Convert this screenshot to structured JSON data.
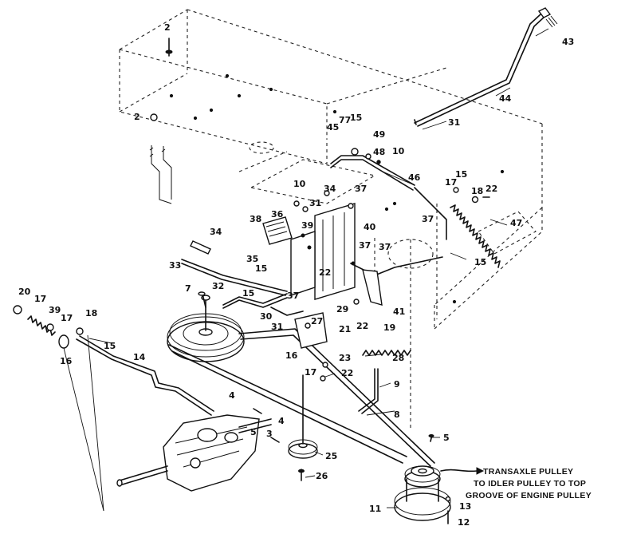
{
  "diagram": {
    "note_lines": [
      "TRANSAXLE PULLEY",
      "TO IDLER PULLEY TO TOP",
      "GROOVE OF ENGINE PULLEY"
    ],
    "callouts": [
      {
        "id": "c2a",
        "label": "2"
      },
      {
        "id": "c2b",
        "label": "2"
      },
      {
        "id": "c43",
        "label": "43"
      },
      {
        "id": "c44",
        "label": "44"
      },
      {
        "id": "c31a",
        "label": "31"
      },
      {
        "id": "c77a",
        "label": "77"
      },
      {
        "id": "c15a",
        "label": "15"
      },
      {
        "id": "c45",
        "label": "45"
      },
      {
        "id": "c49",
        "label": "49"
      },
      {
        "id": "c48",
        "label": "48"
      },
      {
        "id": "c10a",
        "label": "10"
      },
      {
        "id": "c46",
        "label": "46"
      },
      {
        "id": "c17a",
        "label": "17"
      },
      {
        "id": "c15b",
        "label": "15"
      },
      {
        "id": "c18a",
        "label": "18"
      },
      {
        "id": "c22a",
        "label": "22"
      },
      {
        "id": "c47",
        "label": "47"
      },
      {
        "id": "c10b",
        "label": "10"
      },
      {
        "id": "c34a",
        "label": "34"
      },
      {
        "id": "c37a",
        "label": "37"
      },
      {
        "id": "c38",
        "label": "38"
      },
      {
        "id": "c36",
        "label": "36"
      },
      {
        "id": "c31b",
        "label": "31"
      },
      {
        "id": "c40",
        "label": "40"
      },
      {
        "id": "c39",
        "label": "39"
      },
      {
        "id": "c37b",
        "label": "37"
      },
      {
        "id": "c37c",
        "label": "37"
      },
      {
        "id": "c37d",
        "label": "37"
      },
      {
        "id": "c15c",
        "label": "15"
      },
      {
        "id": "c34b",
        "label": "34"
      },
      {
        "id": "c35",
        "label": "35"
      },
      {
        "id": "c33",
        "label": "33"
      },
      {
        "id": "c15d",
        "label": "15"
      },
      {
        "id": "c32",
        "label": "32"
      },
      {
        "id": "c15e",
        "label": "15"
      },
      {
        "id": "c22b",
        "label": "22"
      },
      {
        "id": "c37e",
        "label": "37"
      },
      {
        "id": "c7",
        "label": "7"
      },
      {
        "id": "c29",
        "label": "29"
      },
      {
        "id": "c41",
        "label": "41"
      },
      {
        "id": "c30",
        "label": "30"
      },
      {
        "id": "c31c",
        "label": "31"
      },
      {
        "id": "c27",
        "label": "27"
      },
      {
        "id": "c21",
        "label": "21"
      },
      {
        "id": "c22c",
        "label": "22"
      },
      {
        "id": "c19",
        "label": "19"
      },
      {
        "id": "c20",
        "label": "20"
      },
      {
        "id": "c17b",
        "label": "17"
      },
      {
        "id": "c39b",
        "label": "39"
      },
      {
        "id": "c17c",
        "label": "17"
      },
      {
        "id": "c18b",
        "label": "18"
      },
      {
        "id": "c15f",
        "label": "15"
      },
      {
        "id": "c16",
        "label": "16"
      },
      {
        "id": "c14",
        "label": "14"
      },
      {
        "id": "c16b",
        "label": "16"
      },
      {
        "id": "c23",
        "label": "23"
      },
      {
        "id": "c17d",
        "label": "17"
      },
      {
        "id": "c22d",
        "label": "22"
      },
      {
        "id": "c28",
        "label": "28"
      },
      {
        "id": "c9",
        "label": "9"
      },
      {
        "id": "c4a",
        "label": "4"
      },
      {
        "id": "c4b",
        "label": "4"
      },
      {
        "id": "c5a",
        "label": "5"
      },
      {
        "id": "c3",
        "label": "3"
      },
      {
        "id": "c8",
        "label": "8"
      },
      {
        "id": "c5b",
        "label": "5"
      },
      {
        "id": "c25",
        "label": "25"
      },
      {
        "id": "c26",
        "label": "26"
      },
      {
        "id": "c11",
        "label": "11"
      },
      {
        "id": "c13",
        "label": "13"
      },
      {
        "id": "c12",
        "label": "12"
      }
    ]
  }
}
